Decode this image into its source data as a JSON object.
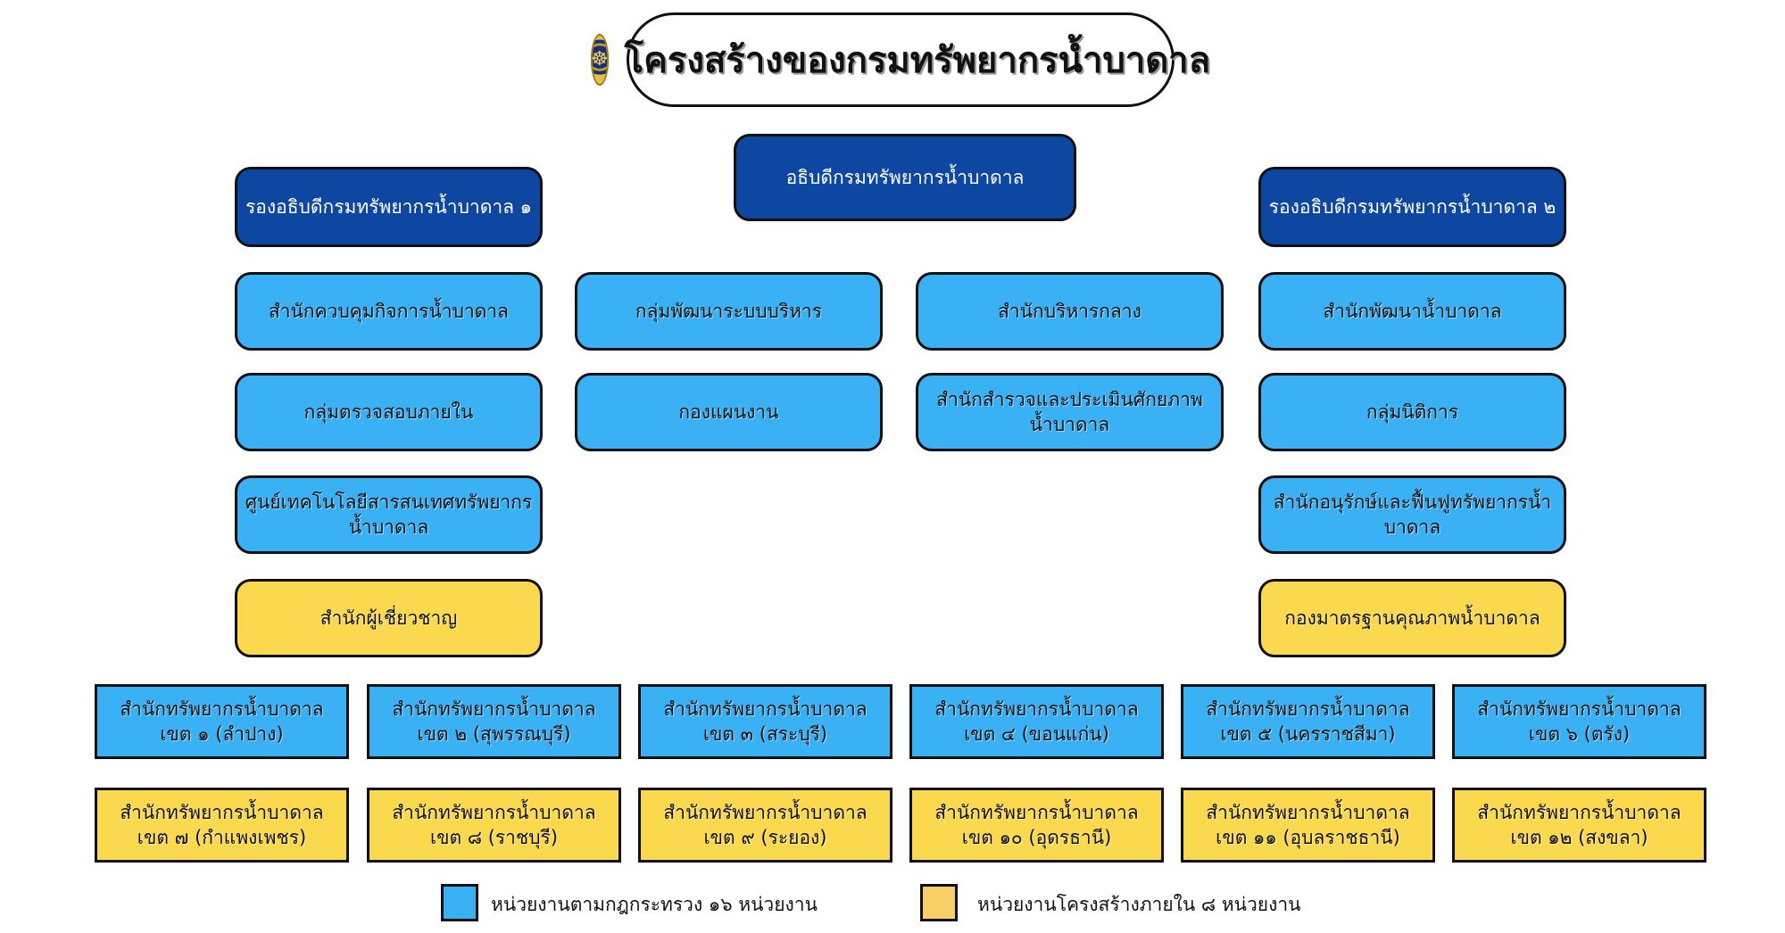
{
  "title": "โครงสร้างของกรมทรัพยากรน้ำบาดาล",
  "colors": {
    "dark": "#0d47a1",
    "light": "#3ab0f5",
    "yellow": "#fbd94f"
  },
  "director": "อธิบดีกรมทรัพยากรน้ำบาดาล",
  "deputy_1": "รองอธิบดีกรมทรัพยากรน้ำบาดาล ๑",
  "deputy_2": "รองอธิบดีกรมทรัพยากรน้ำบาดาล ๒",
  "units": {
    "col1": [
      "สำนักควบคุมกิจการน้ำบาดาล",
      "กลุ่มตรวจสอบภายใน",
      "ศูนย์เทคโนโลยีสารสนเทศทรัพยากรน้ำบาดาล",
      "สำนักผู้เชี่ยวชาญ"
    ],
    "col2": [
      "กลุ่มพัฒนาระบบบริหาร",
      "กองแผนงาน"
    ],
    "col3": [
      "สำนักบริหารกลาง",
      "สำนักสำรวจและประเมินศักยภาพน้ำบาดาล"
    ],
    "col4": [
      "สำนักพัฒนาน้ำบาดาล",
      "กลุ่มนิติการ",
      "สำนักอนุรักษ์และฟื้นฟูทรัพยากรน้ำบาดาล",
      "กองมาตรฐานคุณภาพน้ำบาดาล"
    ]
  },
  "regional_title": "สำนักทรัพยากรน้ำบาดาล",
  "regions_row1": [
    "เขต ๑ (ลำปาง)",
    "เขต ๒ (สุพรรณบุรี)",
    "เขต ๓ (สระบุรี)",
    "เขต ๔ (ขอนแก่น)",
    "เขต ๕ (นครราชสีมา)",
    "เขต ๖ (ตรัง)"
  ],
  "regions_row2": [
    "เขต ๗ (กำแพงเพชร)",
    "เขต ๘ (ราชบุรี)",
    "เขต ๙ (ระยอง)",
    "เขต ๑๐ (อุดรธานี)",
    "เขต ๑๑ (อุบลราชธานี)",
    "เขต ๑๒ (สงขลา)"
  ],
  "legend": {
    "blue": "หน่วยงานตามกฎกระทรวง ๑๖ หน่วยงาน",
    "yellow": "หน่วยงานโครงสร้างภายใน ๘ หน่วยงาน"
  }
}
